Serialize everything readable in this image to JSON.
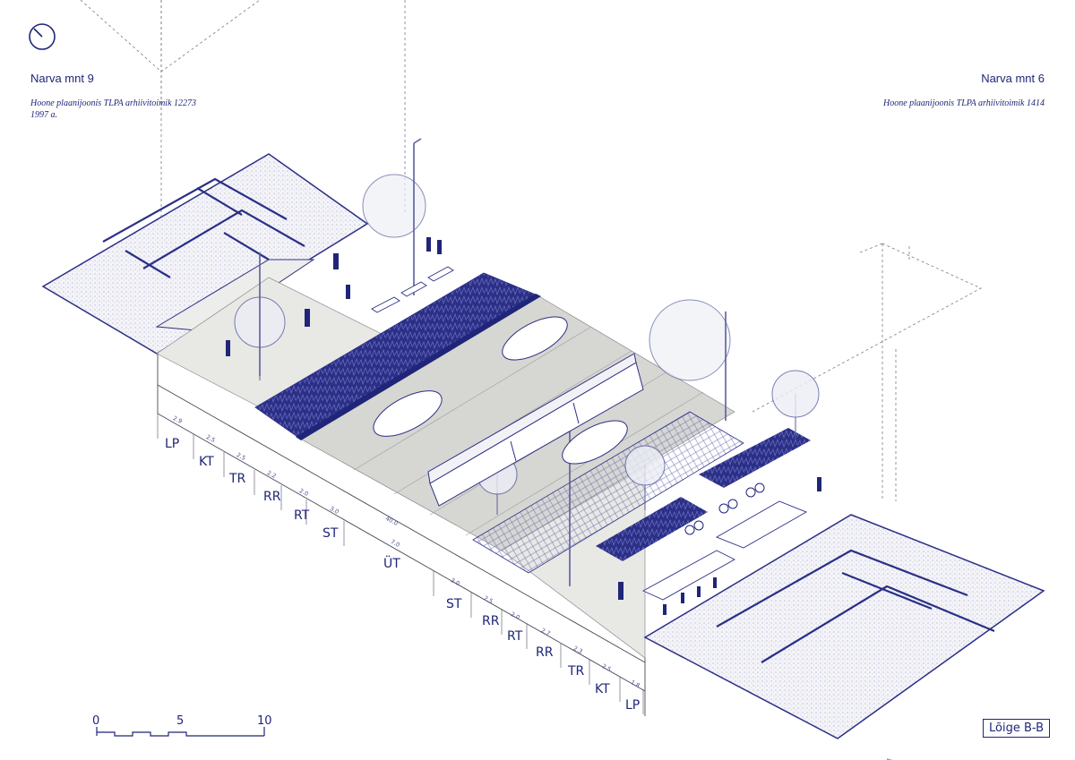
{
  "left_building": {
    "title": "Narva mnt 9",
    "subtitle_line1": "Hoone plaanijoonis TLPA arhiivitoimik 12273",
    "subtitle_line2": "1997 a."
  },
  "right_building": {
    "title": "Narva mnt 6",
    "subtitle_line1": "Hoone plaanijoonis TLPA arhiivitoimik 1414"
  },
  "section_label": "Lõige B-B",
  "scale_bar": {
    "labels": [
      "0",
      "5",
      "10"
    ]
  },
  "segments": [
    {
      "code": "LP",
      "width": "2.9"
    },
    {
      "code": "KT",
      "width": "2.5"
    },
    {
      "code": "TR",
      "width": "2.5"
    },
    {
      "code": "RR",
      "width": "2.2"
    },
    {
      "code": "RT",
      "width": "2.0"
    },
    {
      "code": "ST",
      "width": "3.0"
    },
    {
      "code": "ÜT",
      "width": "7.0"
    },
    {
      "code": "ST",
      "width": "3.0"
    },
    {
      "code": "RR",
      "width": "2.5"
    },
    {
      "code": "RT",
      "width": "2.0"
    },
    {
      "code": "RR",
      "width": "2.7"
    },
    {
      "code": "TR",
      "width": "2.3"
    },
    {
      "code": "KT",
      "width": "2.5"
    },
    {
      "code": "LP",
      "width": "1.8"
    }
  ],
  "total_width_label": "40.0",
  "colors": {
    "ink": "#1f2578",
    "plan_blue": "#3a3f9a",
    "ground": "#e4e4e0",
    "road": "#d2d2cf",
    "tram_zone": "#bdbdba",
    "greenery": "#2b2f86"
  },
  "icons": [
    "north-arrow-icon",
    "tram-icon",
    "car-icon",
    "tree-icon",
    "pedestrian-icon",
    "bicycle-icon",
    "bench-icon",
    "lamp-post-icon"
  ]
}
